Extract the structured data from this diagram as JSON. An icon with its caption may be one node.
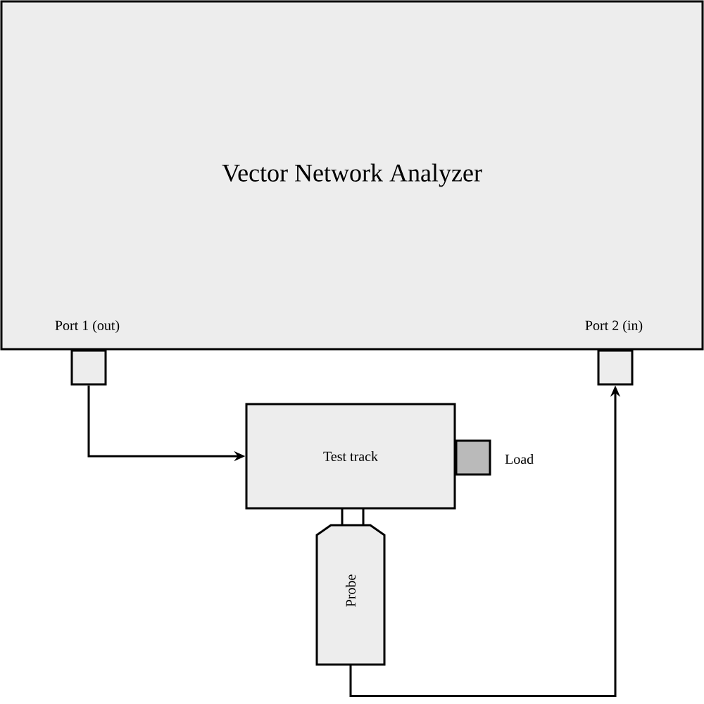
{
  "diagram": {
    "nodes": [
      {
        "text": [
          "Vector Network Analyzer"
        ]
      },
      {
        "text": [],
        "shape": "box"
      },
      {
        "text": [],
        "shape": "box"
      },
      {
        "text": [
          "Test track"
        ]
      },
      {
        "text": [],
        "shape": "box",
        "beside": [
          "Load"
        ]
      },
      {
        "text": [
          "Probe"
        ]
      }
    ],
    "labels": [
      "Port 1 (out)",
      "Port 2 (in)"
    ],
    "edges": [
      {
        "from": 1,
        "to": 3,
        "arrow": "to"
      },
      {
        "from": 5,
        "to": 2,
        "arrow": "to"
      }
    ]
  }
}
